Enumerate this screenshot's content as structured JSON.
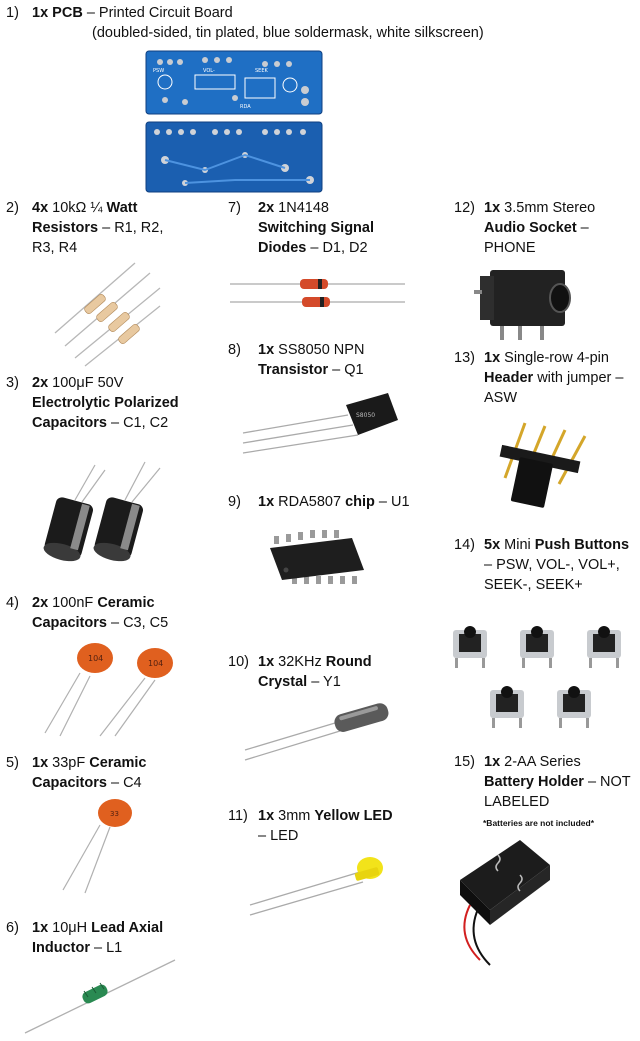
{
  "items": [
    {
      "num": "1)",
      "qty": "1x",
      "name": "PCB",
      "desc": " – Printed Circuit Board",
      "sub": "(doubled-sided, tin plated, blue soldermask, white silkscreen)"
    },
    {
      "num": "2)",
      "qty": "4x",
      "pre": " 10kΩ ¼ ",
      "bold": "Watt Resistors",
      "post": " – R1, R2, R3, R4"
    },
    {
      "num": "3)",
      "qty": "2x",
      "pre": " 100μF 50V ",
      "bold": "Electrolytic Polarized Capacitors",
      "post": " – C1, C2"
    },
    {
      "num": "4)",
      "qty": "2x",
      "pre": " 100nF ",
      "bold": "Ceramic Capacitors",
      "post": " – C3, C5"
    },
    {
      "num": "5)",
      "qty": "1x",
      "pre": " 33pF ",
      "bold": "Ceramic Capacitors",
      "post": " – C4"
    },
    {
      "num": "6)",
      "qty": "1x",
      "pre": " 10μH ",
      "bold": "Lead Axial Inductor",
      "post": " – L1"
    },
    {
      "num": "7)",
      "qty": "2x",
      "pre": " 1N4148 ",
      "bold": "Switching Signal Diodes",
      "post": " – D1, D2"
    },
    {
      "num": "8)",
      "qty": "1x",
      "pre": " SS8050 NPN ",
      "bold": "Transistor",
      "post": " – Q1"
    },
    {
      "num": "9)",
      "qty": "1x",
      "pre": " RDA5807 ",
      "bold": "chip",
      "post": " – U1"
    },
    {
      "num": "10)",
      "qty": "1x",
      "pre": " 32KHz ",
      "bold": "Round Crystal",
      "post": " – Y1"
    },
    {
      "num": "11)",
      "qty": "1x",
      "pre": " 3mm ",
      "bold": "Yellow LED",
      "post": " – LED"
    },
    {
      "num": "12)",
      "qty": "1x",
      "pre": " 3.5mm Stereo ",
      "bold": "Audio Socket",
      "post": " – PHONE"
    },
    {
      "num": "13)",
      "qty": "1x",
      "pre": " Single-row 4-pin ",
      "bold": "Header",
      "post": " with jumper – ASW"
    },
    {
      "num": "14)",
      "qty": "5x",
      "pre": " Mini ",
      "bold": "Push Buttons",
      "post": " – PSW, VOL-, VOL+, SEEK-, SEEK+"
    },
    {
      "num": "15)",
      "qty": "1x",
      "pre": " 2-AA Series ",
      "bold": "Battery Holder",
      "post": " – NOT LABELED",
      "note": "*Batteries are not included*"
    }
  ],
  "colors": {
    "pcb_blue": "#1f6fc4",
    "resistor_body": "#e8c9a0",
    "electrolytic": "#1b1b1b",
    "ceramic": "#e0601f",
    "inductor": "#2a8a52",
    "led": "#f2e31a"
  }
}
